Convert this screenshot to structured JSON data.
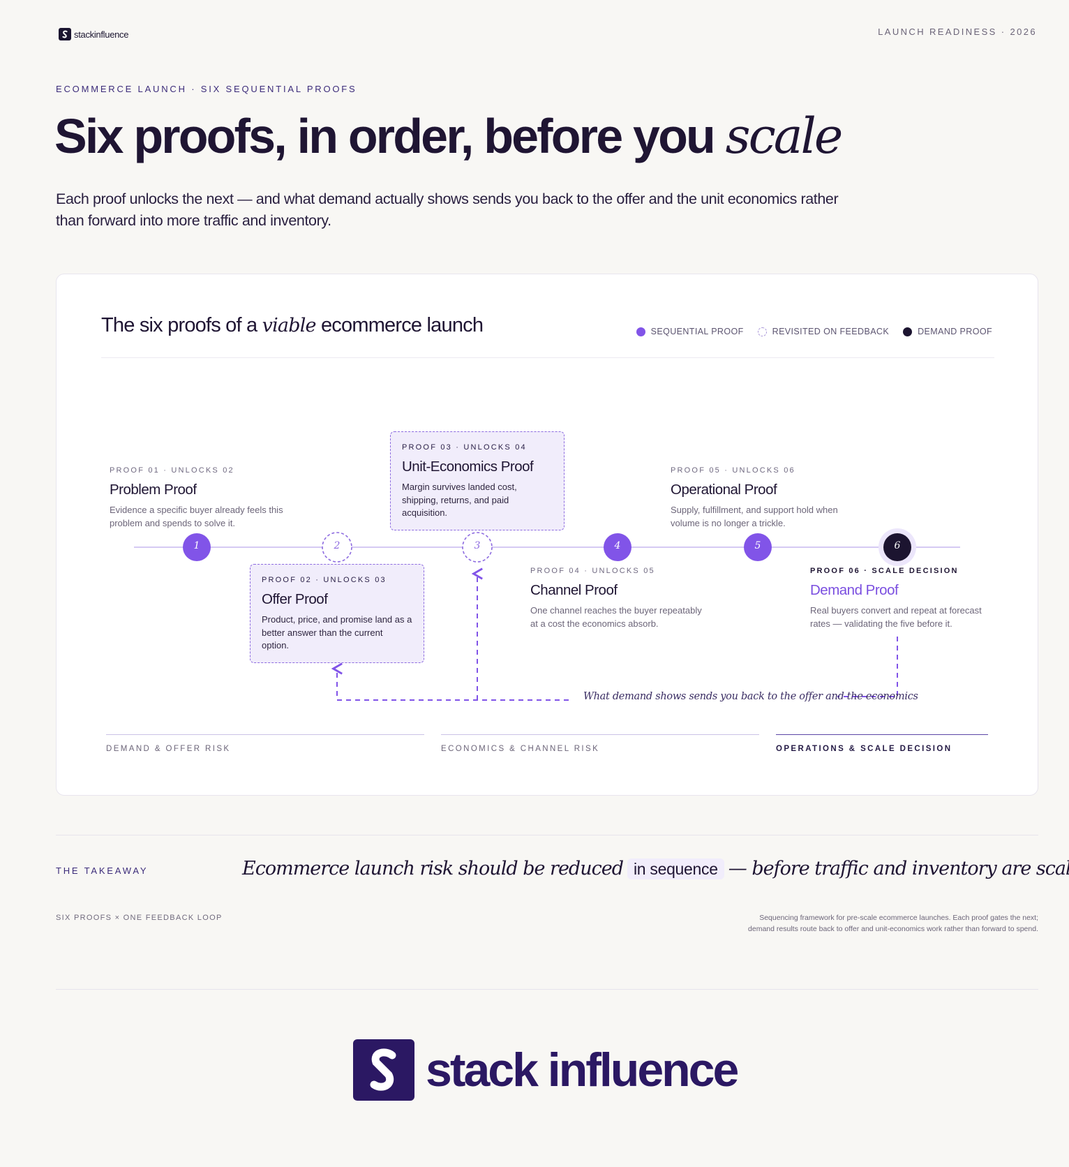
{
  "header": {
    "brand": "stackinfluence",
    "meta": "LAUNCH READINESS · 2026"
  },
  "hero": {
    "eyebrow": "ECOMMERCE LAUNCH · SIX SEQUENTIAL PROOFS",
    "headline_main": "Six proofs, in order, before you ",
    "headline_accent": "scale",
    "subtext": "Each proof unlocks the next — and what demand actually shows sends you back to the offer and the unit economics rather than forward into more traffic and inventory."
  },
  "diagram": {
    "title_a": "The six proofs of a ",
    "title_b": "viable",
    "title_c": " ecommerce launch",
    "legend": [
      {
        "label": "SEQUENTIAL PROOF",
        "style": "filled",
        "color": "#8154e8"
      },
      {
        "label": "REVISITED ON FEEDBACK",
        "style": "dashed",
        "color": "#a996d8"
      },
      {
        "label": "DEMAND PROOF",
        "style": "filled",
        "color": "#1c1430"
      }
    ],
    "nodes": [
      {
        "num": "1",
        "eyebrow": "PROOF 01 · UNLOCKS 02",
        "title": "Problem Proof",
        "desc": "Evidence a specific buyer already feels this problem and spends to solve it.",
        "kind": "sequential"
      },
      {
        "num": "2",
        "eyebrow": "PROOF 02 · UNLOCKS 03",
        "title": "Offer Proof",
        "desc": "Product, price, and promise land as a better answer than the current option.",
        "kind": "revisited"
      },
      {
        "num": "3",
        "eyebrow": "PROOF 03 · UNLOCKS 04",
        "title": "Unit-Economics Proof",
        "desc": "Margin survives landed cost, shipping, returns, and paid acquisition.",
        "kind": "revisited"
      },
      {
        "num": "4",
        "eyebrow": "PROOF 04 · UNLOCKS 05",
        "title": "Channel Proof",
        "desc": "One channel reaches the buyer repeatably at a cost the economics absorb.",
        "kind": "sequential"
      },
      {
        "num": "5",
        "eyebrow": "PROOF 05 · UNLOCKS 06",
        "title": "Operational Proof",
        "desc": "Supply, fulfillment, and support hold when volume is no longer a trickle.",
        "kind": "sequential"
      },
      {
        "num": "6",
        "eyebrow": "PROOF 06 · SCALE DECISION",
        "title": "Demand Proof",
        "desc": "Real buyers convert and repeat at forecast rates — validating the five before it.",
        "kind": "demand"
      }
    ],
    "loop_label": "What demand shows sends you back to the offer and the economics",
    "phases": [
      {
        "label": "DEMAND & OFFER RISK"
      },
      {
        "label": "ECONOMICS & CHANNEL RISK"
      },
      {
        "label": "OPERATIONS & SCALE DECISION"
      }
    ],
    "colors": {
      "accent": "#8154e8",
      "dark": "#1c1430",
      "dashed": "#8d6be0",
      "line": "#c7b8ef"
    }
  },
  "takeaway": {
    "label": "THE TAKEAWAY",
    "text_a": "Ecommerce launch risk should be reduced",
    "highlight": "in sequence",
    "text_b": "— before traffic and inventory are scaled.",
    "foot_left": "SIX PROOFS × ONE FEEDBACK LOOP",
    "foot_right": "Sequencing framework for pre-scale ecommerce launches. Each proof gates the next; demand results route back to offer and unit-economics work rather than forward to spend."
  },
  "footer_brand": "stack influence"
}
